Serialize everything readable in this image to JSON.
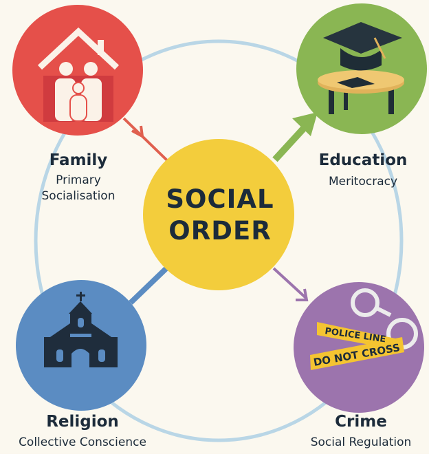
{
  "center": {
    "line1": "SOCIAL",
    "line2": "ORDER"
  },
  "nodes": {
    "family": {
      "title": "Family",
      "subtitle_line1": "Primary",
      "subtitle_line2": "Socialisation"
    },
    "education": {
      "title": "Education",
      "subtitle": "Meritocracy"
    },
    "religion": {
      "title": "Religion",
      "subtitle": "Collective Conscience"
    },
    "crime": {
      "title": "Crime",
      "subtitle": "Social Regulation",
      "tape_line1": "POLICE LINE",
      "tape_line2": "DO NOT CROSS"
    }
  },
  "colors": {
    "background": "#fbf8ef",
    "ring": "#b9d6e6",
    "family": "#e5504a",
    "education": "#8ab653",
    "religion": "#5b8cc2",
    "crime": "#9c74ad",
    "center": "#f3cd3c",
    "text": "#1c2b3a"
  }
}
